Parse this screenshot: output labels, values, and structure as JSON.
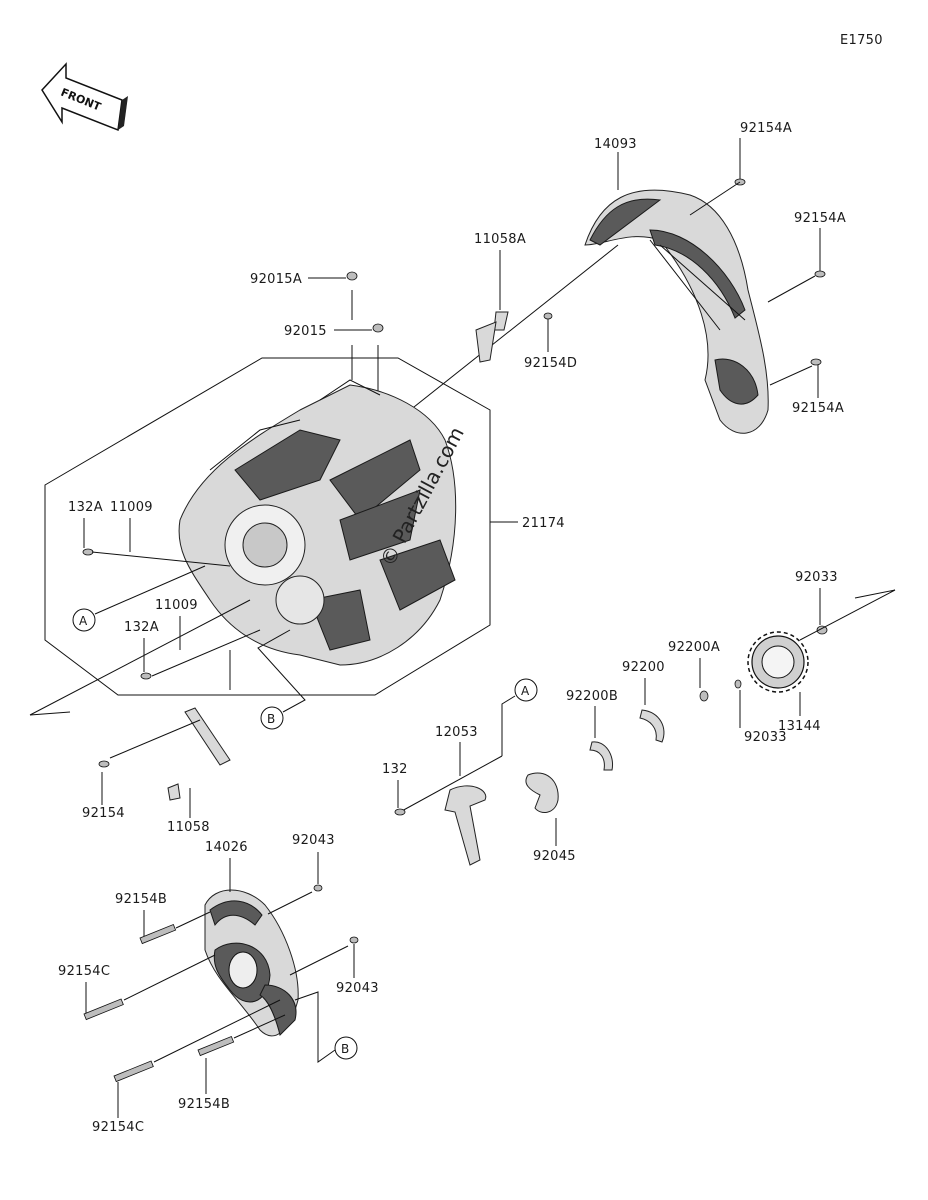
{
  "diagram_code": "E1750",
  "front_label": "FRONT",
  "watermark": "© Partzilla.com",
  "refs": {
    "A": "A",
    "B": "B"
  },
  "labels": {
    "p14093": "14093",
    "p92154A_1": "92154A",
    "p92154A_2": "92154A",
    "p92154A_3": "92154A",
    "p92015A": "92015A",
    "p11058A": "11058A",
    "p92015": "92015",
    "p92154D": "92154D",
    "p21174": "21174",
    "p132A_1": "132A",
    "p11009_1": "11009",
    "p11009_2": "11009",
    "p132A_2": "132A",
    "p92033_1": "92033",
    "p92200A": "92200A",
    "p92200": "92200",
    "p92200B": "92200B",
    "p92033_2": "92033",
    "p13144": "13144",
    "p12053": "12053",
    "p132": "132",
    "p92154": "92154",
    "p11058": "11058",
    "p92045": "92045",
    "p14026": "14026",
    "p92043_1": "92043",
    "p92154B_1": "92154B",
    "p92154C_1": "92154C",
    "p92043_2": "92043",
    "p92154C_2": "92154C",
    "p92154B_2": "92154B"
  }
}
